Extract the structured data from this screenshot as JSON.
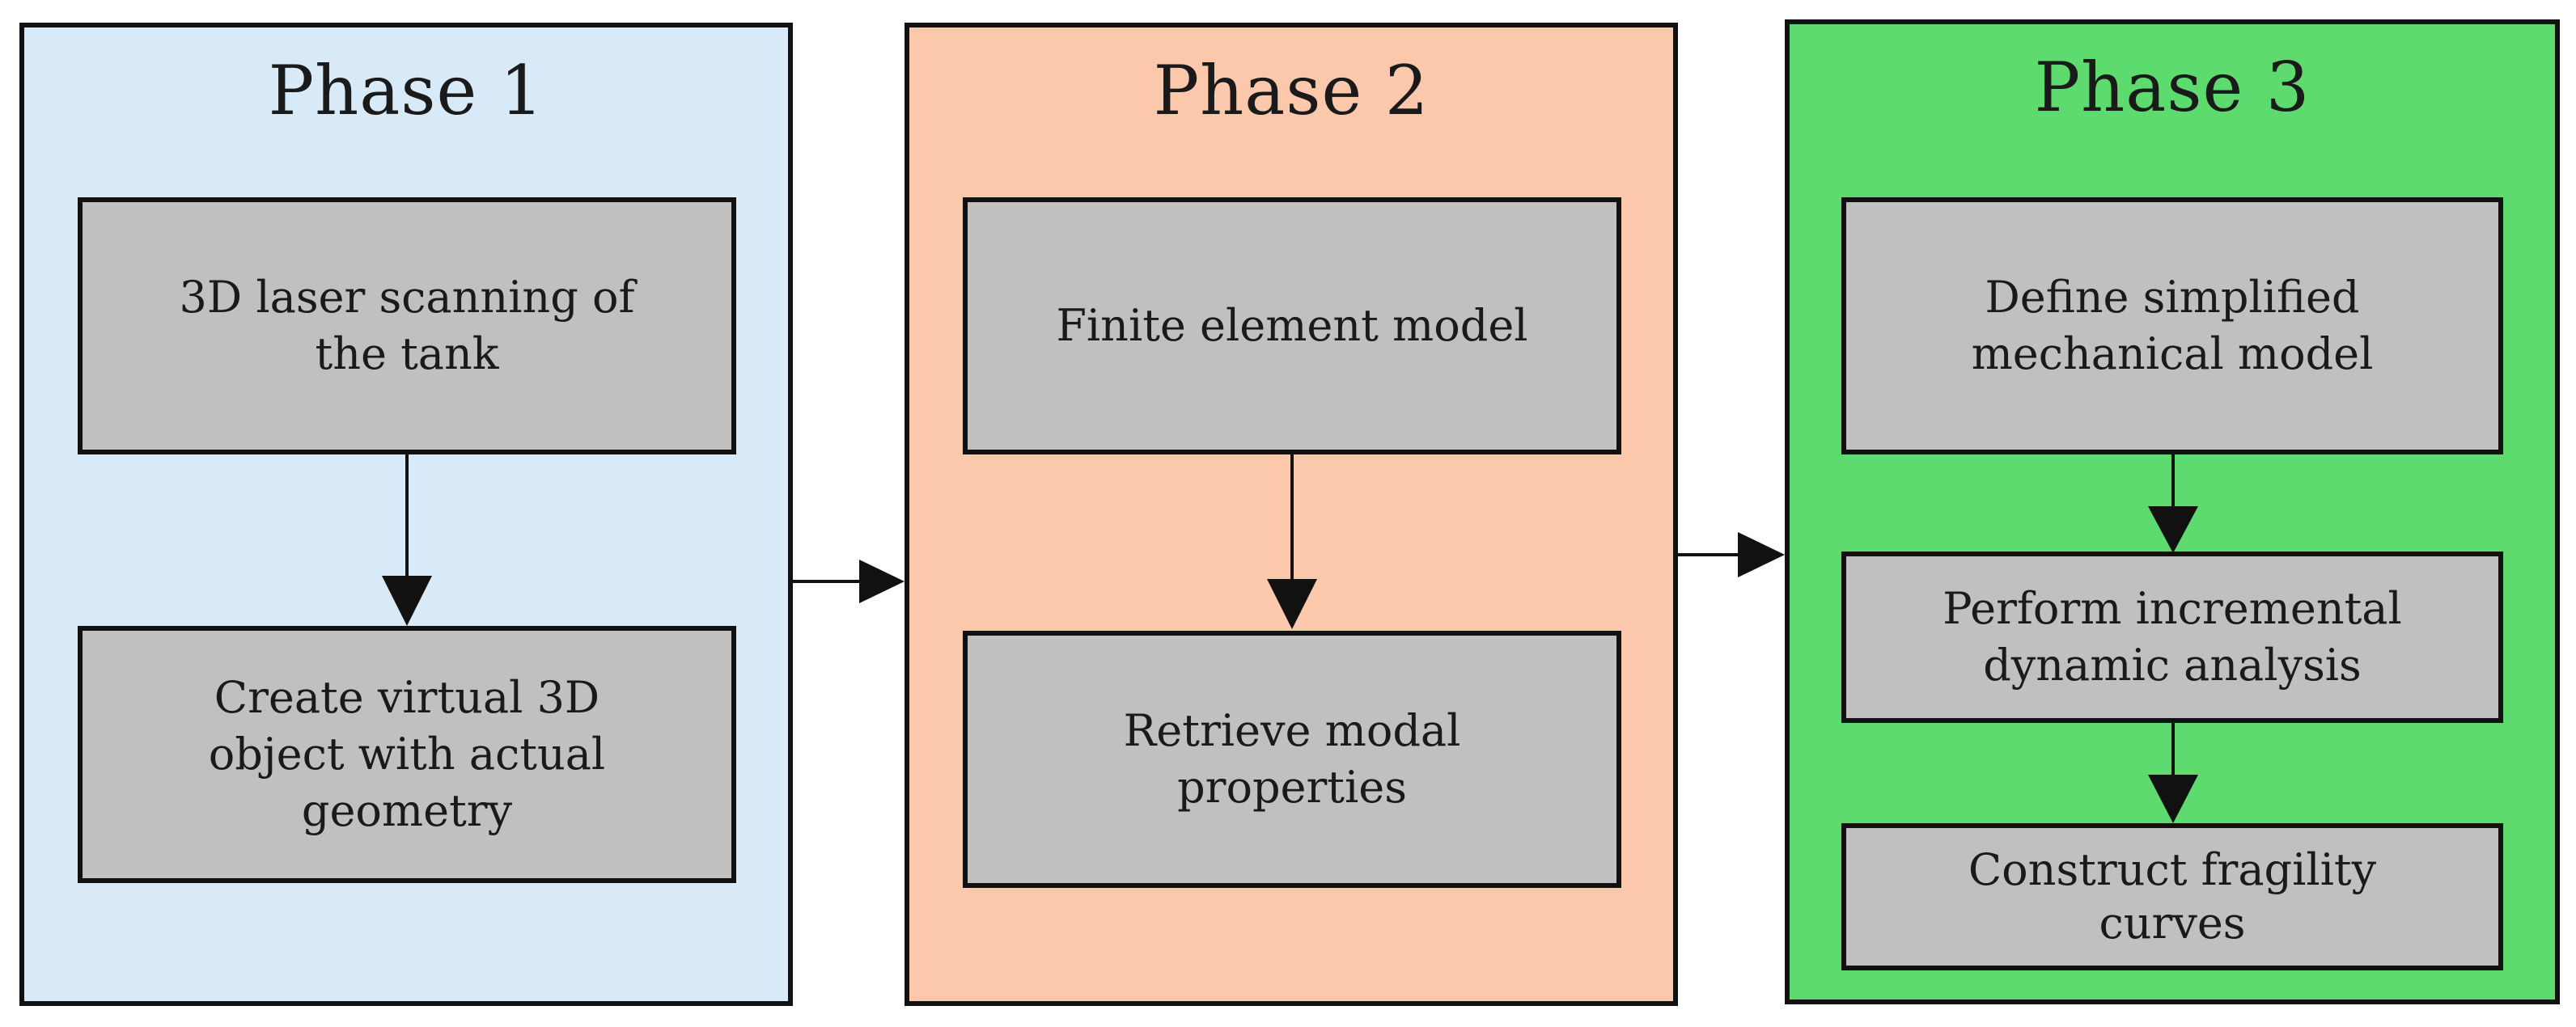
{
  "phases": [
    {
      "title": "Phase 1",
      "color": "#d8eaf7",
      "steps": [
        "3D laser scanning of the tank",
        "Create virtual 3D object with actual geometry"
      ]
    },
    {
      "title": "Phase 2",
      "color": "#fcc8ac",
      "steps": [
        "Finite element model",
        "Retrieve modal properties"
      ]
    },
    {
      "title": "Phase 3",
      "color": "#5edb6f",
      "steps": [
        "Define simplified mechanical model",
        "Perform incremental dynamic analysis",
        "Construct fragility curves"
      ]
    }
  ],
  "colors": {
    "step_fill": "#c0c0c0",
    "stroke": "#111111"
  }
}
